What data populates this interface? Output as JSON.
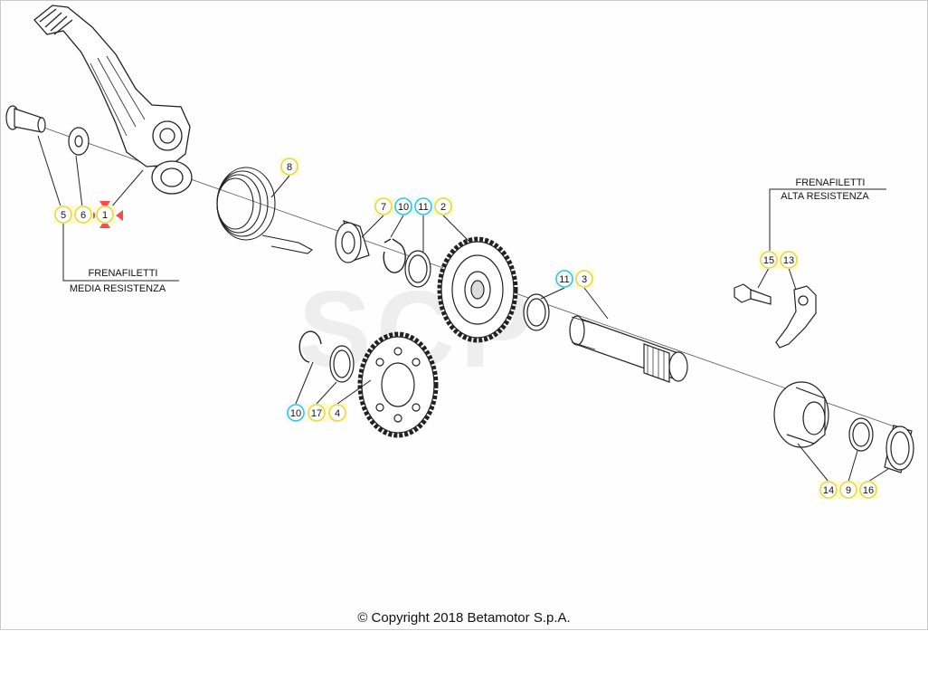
{
  "watermark_text": "SCP",
  "notes": {
    "left_line1": "FRENAFILETTI",
    "left_line2": "MEDIA RESISTENZA",
    "right_line1": "FRENAFILETTI",
    "right_line2": "ALTA RESISTENZA"
  },
  "callouts": [
    {
      "id": "c5",
      "label": "5",
      "style": "yellow"
    },
    {
      "id": "c6",
      "label": "6",
      "style": "yellow"
    },
    {
      "id": "c1",
      "label": "1",
      "style": "yellow"
    },
    {
      "id": "c8",
      "label": "8",
      "style": "yellow"
    },
    {
      "id": "c7",
      "label": "7",
      "style": "yellow"
    },
    {
      "id": "c10a",
      "label": "10",
      "style": "cyan"
    },
    {
      "id": "c11a",
      "label": "11",
      "style": "cyan"
    },
    {
      "id": "c2",
      "label": "2",
      "style": "yellow"
    },
    {
      "id": "c11b",
      "label": "11",
      "style": "cyan"
    },
    {
      "id": "c3",
      "label": "3",
      "style": "yellow"
    },
    {
      "id": "c10b",
      "label": "10",
      "style": "cyan"
    },
    {
      "id": "c17",
      "label": "17",
      "style": "yellow"
    },
    {
      "id": "c4",
      "label": "4",
      "style": "yellow"
    },
    {
      "id": "c15",
      "label": "15",
      "style": "yellow"
    },
    {
      "id": "c13",
      "label": "13",
      "style": "yellow"
    },
    {
      "id": "c14",
      "label": "14",
      "style": "yellow"
    },
    {
      "id": "c9",
      "label": "9",
      "style": "yellow"
    },
    {
      "id": "c16",
      "label": "16",
      "style": "yellow"
    }
  ],
  "colors": {
    "yellow_fill": "#fffbd0",
    "yellow_stroke": "#e3d84a",
    "cyan_fill": "#e8fbff",
    "cyan_stroke": "#38c4dc",
    "selection_marker": "#ff3b3b",
    "line": "#222222"
  },
  "copyright": "© Copyright 2018 Betamotor S.p.A."
}
